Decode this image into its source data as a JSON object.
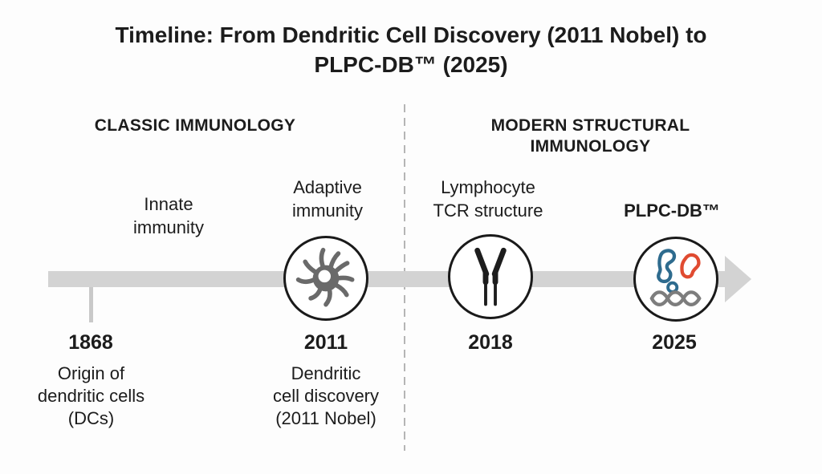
{
  "title": "Timeline: From Dendritic Cell Discovery (2011 Nobel) to\nPLPC-DB™ (2025)",
  "sections": {
    "left_header": "CLASSIC IMMUNOLOGY",
    "right_header": "MODERN STRUCTURAL\nIMMUNOLOGY"
  },
  "milestones": [
    {
      "year": "1868",
      "label_above": "Innate\nimmunity",
      "label_below": "Origin of\ndendritic cells\n(DCs)",
      "icon": "none"
    },
    {
      "year": "2011",
      "label_above": "Adaptive\nimmunity",
      "label_below": "Dendritic\ncell discovery\n(2011 Nobel)",
      "icon": "dendritic-cell-icon"
    },
    {
      "year": "2018",
      "label_above": "Lymphocyte\nTCR structure",
      "label_below": "",
      "icon": "tcr-structure-icon"
    },
    {
      "year": "2025",
      "label_above": "PLPC-DB™",
      "label_below": "",
      "icon": "protein-complex-icon"
    }
  ],
  "colors": {
    "text": "#1c1c1c",
    "timeline_gray": "#d3d3d3",
    "tick_gray": "#c9c9c9",
    "divider_gray": "#b5b5b5",
    "circle_outline": "#1a1a1a",
    "dendritic_gray": "#6a6a6a",
    "tcr_black": "#1d1d1d",
    "protein_blue": "#2e6b8e",
    "protein_red": "#e04b31",
    "helix_gray": "#7d7d7d"
  }
}
